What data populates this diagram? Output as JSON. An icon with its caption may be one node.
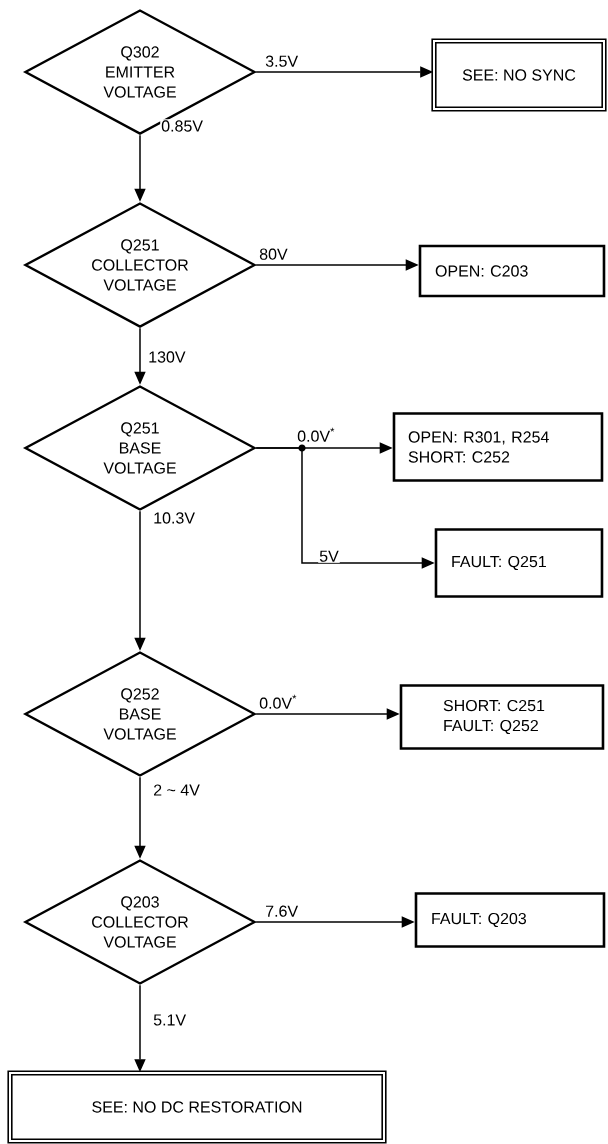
{
  "diagram": {
    "nodes": [
      {
        "text": [
          "Q302 EMITTER VOLTAGE"
        ]
      },
      {
        "text": [
          "SEE: NO SYNC"
        ]
      },
      {
        "text": [
          "Q251 COLLECTOR VOLTAGE"
        ]
      },
      {
        "text": [
          "OPEN: C203"
        ]
      },
      {
        "text": [
          "Q251 BASE VOLTAGE"
        ]
      },
      {
        "text": [
          "OPEN: R301, R254 SHORT: C252"
        ]
      },
      {
        "text": [
          "FAULT: Q251"
        ]
      },
      {
        "text": [
          "Q252 BASE VOLTAGE"
        ]
      },
      {
        "text": [
          "SHORT: C251 FAULT: Q252"
        ]
      },
      {
        "text": [
          "Q203 COLLECTOR VOLTAGE"
        ]
      },
      {
        "text": [
          "FAULT: Q203"
        ]
      },
      {
        "text": [
          "SEE: NO DC RESTORATION"
        ]
      }
    ],
    "edges": [
      {
        "from": 0,
        "to": 1,
        "arrow": "to",
        "label": "3.5V"
      },
      {
        "from": 0,
        "to": 2,
        "arrow": "to",
        "label": "0.85V"
      },
      {
        "from": 2,
        "to": 3,
        "arrow": "to",
        "label": "80V"
      },
      {
        "from": 2,
        "to": 4,
        "arrow": "to",
        "label": "130V"
      },
      {
        "from": 4,
        "to": 5,
        "arrow": "to",
        "label": "0.0V$^{*}$"
      },
      {
        "from": 4,
        "to": 6,
        "arrow": "to",
        "label": "5V"
      },
      {
        "from": 4,
        "to": 7,
        "arrow": "to",
        "label": "10.3V"
      },
      {
        "from": 7,
        "to": 8,
        "arrow": "to",
        "label": "0.0V$^{*}$"
      },
      {
        "from": 7,
        "to": 9,
        "arrow": "to",
        "label": "2 ~ 4V"
      },
      {
        "from": 9,
        "to": 10,
        "arrow": "to",
        "label": "7.6V"
      },
      {
        "from": 9,
        "to": 11,
        "arrow": "to",
        "label": "5.1V"
      }
    ]
  }
}
